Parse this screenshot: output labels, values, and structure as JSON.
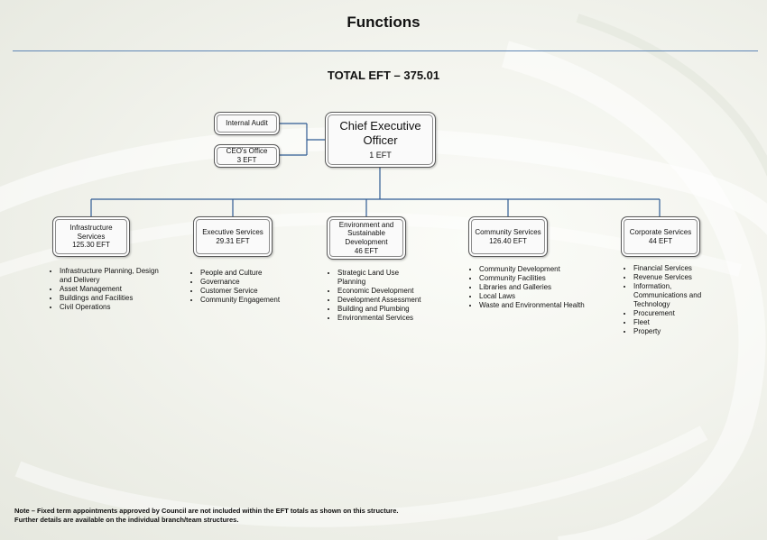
{
  "page": {
    "title": "Functions",
    "total_eft": "TOTAL EFT – 375.01",
    "note_line1": "Note – Fixed term appointments approved by Council are not included within the EFT totals as shown on this structure.",
    "note_line2": "Further details are available on the individual branch/team structures."
  },
  "colors": {
    "rule": "#5f86b5",
    "connector": "#2f5b93"
  },
  "ceo": {
    "title": "Chief Executive Officer",
    "eft": "1 EFT"
  },
  "internal_audit": {
    "title": "Internal Audit"
  },
  "ceo_office": {
    "title": "CEO's Office",
    "eft": "3 EFT"
  },
  "departments": [
    {
      "title": "Infrastructure Services",
      "eft": "125.30 EFT",
      "functions": [
        "Infrastructure Planning, Design and Delivery",
        "Asset Management",
        "Buildings and Facilities",
        "Civil Operations"
      ]
    },
    {
      "title": "Executive Services",
      "eft": "29.31 EFT",
      "functions": [
        "People and Culture",
        "Governance",
        "Customer Service",
        "Community Engagement"
      ]
    },
    {
      "title": "Environment and Sustainable Development",
      "eft": "46 EFT",
      "functions": [
        "Strategic Land Use Planning",
        "Economic Development",
        "Development Assessment",
        "Building and Plumbing",
        "Environmental Services"
      ]
    },
    {
      "title": "Community Services",
      "eft": "126.40 EFT",
      "functions": [
        "Community Development",
        "Community Facilities",
        "Libraries and Galleries",
        "Local Laws",
        "Waste and Environmental Health"
      ]
    },
    {
      "title": "Corporate Services",
      "eft": "44 EFT",
      "functions": [
        "Financial Services",
        "Revenue Services",
        "Information, Communications and Technology",
        "Procurement",
        "Fleet",
        "Property"
      ]
    }
  ]
}
